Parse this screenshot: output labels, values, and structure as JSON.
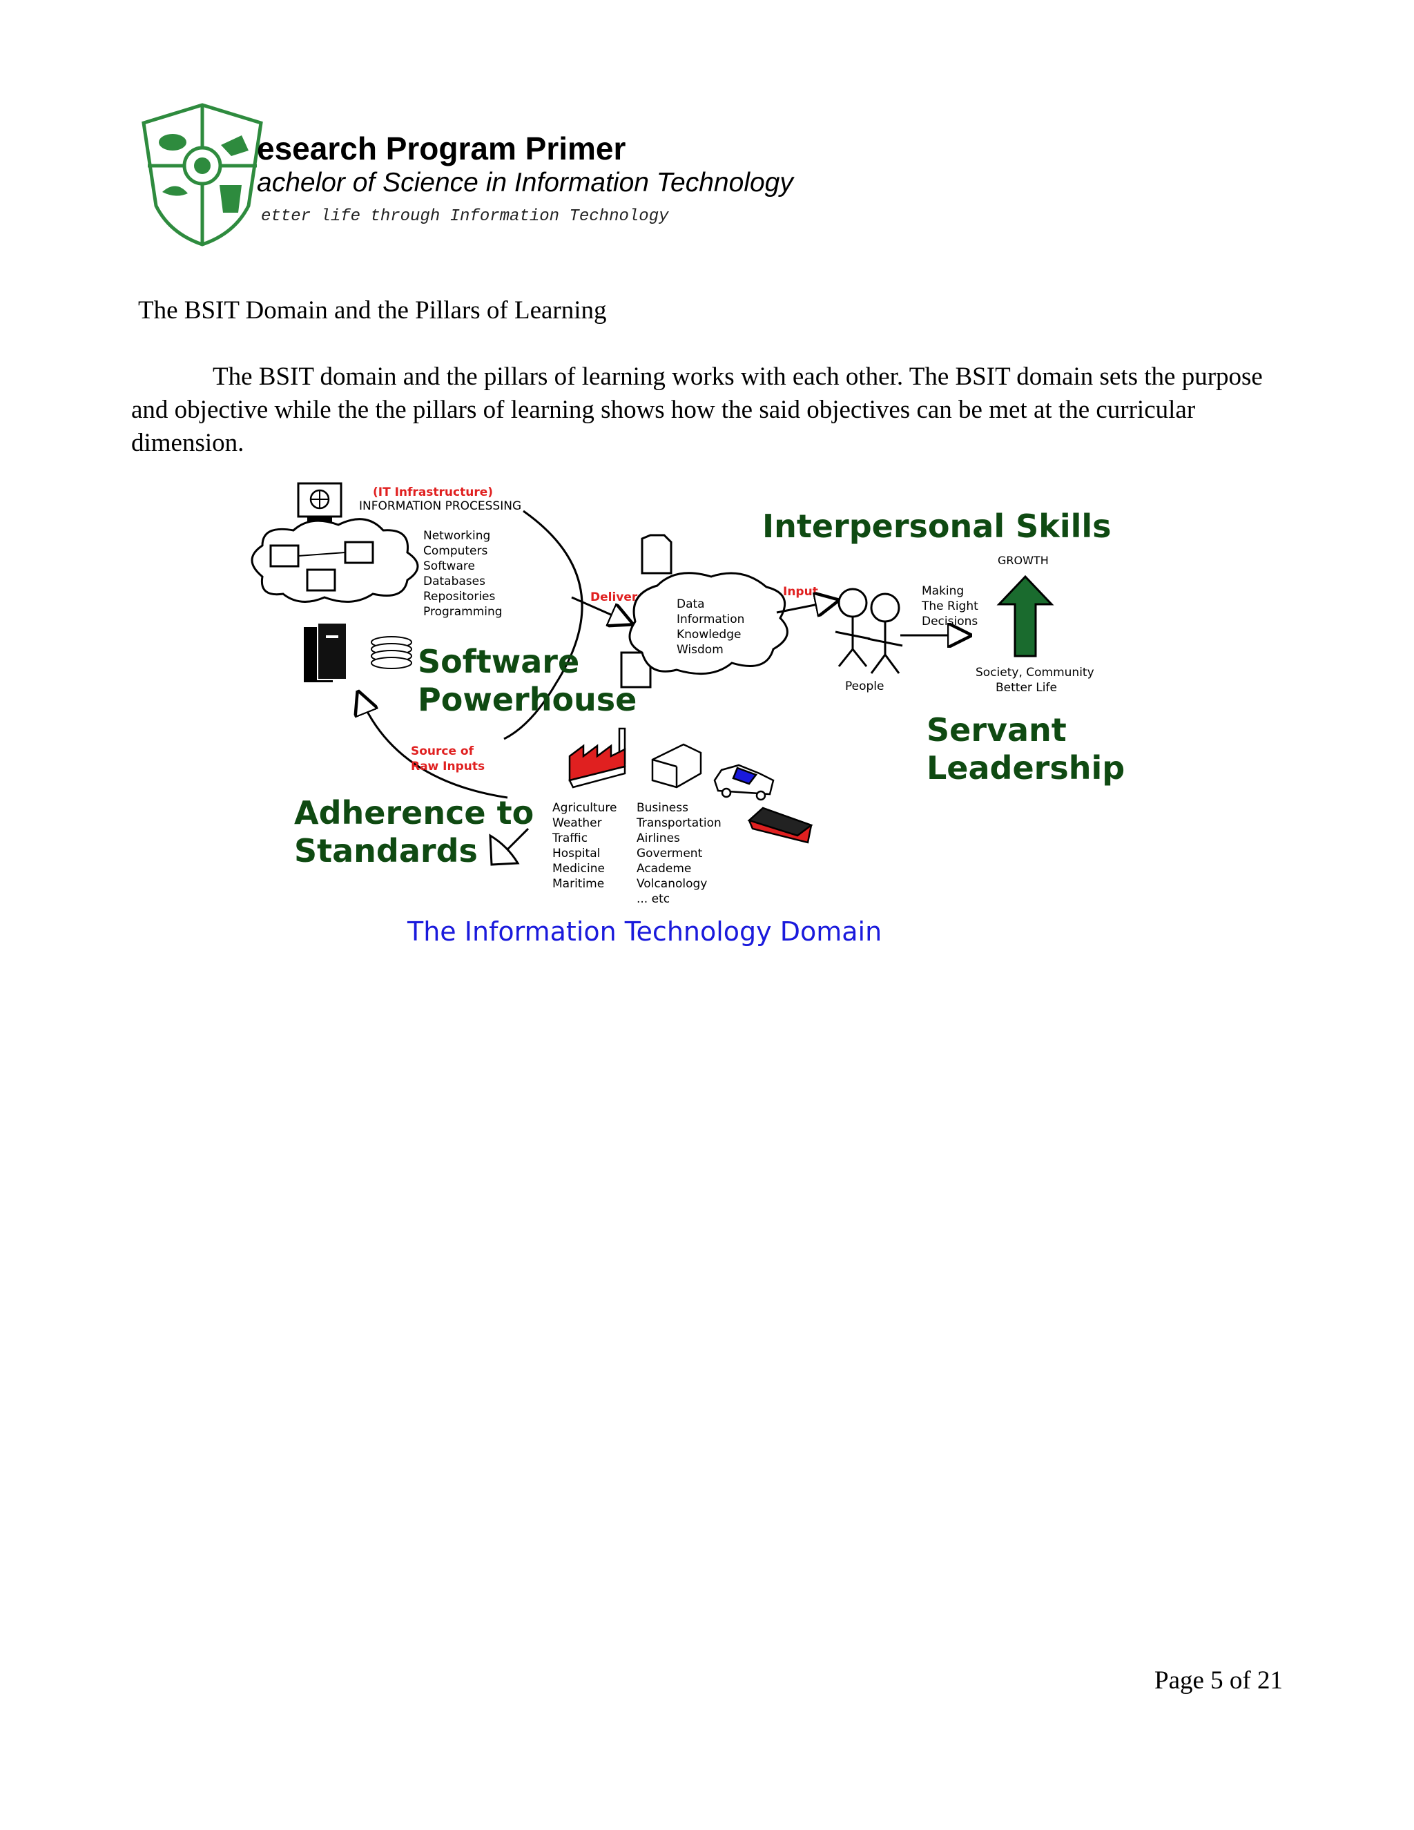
{
  "header": {
    "logo_name": "school-shield-logo",
    "title": "esearch Program Primer",
    "subtitle": "achelor of Science in Information Technology",
    "motto": "etter life through Information Technology"
  },
  "section": {
    "title": "The BSIT Domain and the Pillars of Learning",
    "paragraph": "The BSIT domain and the pillars of learning works with each other.  The BSIT domain sets the purpose and objective while the the pillars of learning shows how the said objectives can be met at the curricular dimension."
  },
  "diagram": {
    "infra_label": "(IT Infrastructure)",
    "processing_label": "INFORMATION PROCESSING",
    "infra_items": [
      "Networking",
      "Computers",
      "Software",
      "Databases",
      "Repositories",
      "Programming"
    ],
    "delivers_label": "Delivers",
    "cloud_items": [
      "Data",
      "Information",
      "Knowledge",
      "Wisdom"
    ],
    "input_label": "Input",
    "people_label": "People",
    "decision_lines": [
      "Making",
      "The Right",
      "Decisions"
    ],
    "growth_label": "GROWTH",
    "society_lines": [
      "Society, Community",
      "Better Life"
    ],
    "source_lines": [
      "Source of",
      "Raw Inputs"
    ],
    "sources_col1": [
      "Agriculture",
      "Weather",
      "Traffic",
      "Hospital",
      "Medicine",
      "Maritime"
    ],
    "sources_col2": [
      "Business",
      "Transportation",
      "Airlines",
      "Goverment",
      "Academe",
      "Volcanology",
      "... etc"
    ],
    "pillar_interpersonal": "Interpersonal Skills",
    "pillar_software": [
      "Software",
      "Powerhouse"
    ],
    "pillar_servant": [
      "Servant",
      "Leadership"
    ],
    "pillar_standards": [
      "Adherence to",
      "Standards"
    ],
    "caption": "The Information Technology Domain"
  },
  "colors": {
    "pillar_green": "#0f4a12",
    "accent_red": "#e02020",
    "caption_blue": "#1a1adc",
    "growth_arrow": "#1a6b2e",
    "logo_green": "#2e8b3e"
  },
  "footer": {
    "page": "Page 5 of 21"
  }
}
